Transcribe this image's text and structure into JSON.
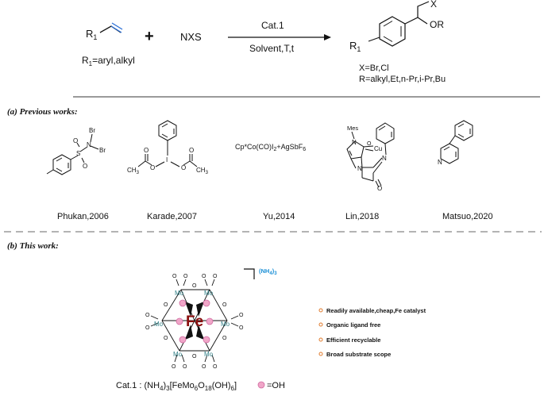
{
  "reaction": {
    "r1": "R",
    "r1_sub": "1",
    "r1_def": "R",
    "r1_def_sub": "1",
    "r1_def_rest": "=aryl,alkyl",
    "plus": "+",
    "reagent": "NXS",
    "catalyst": "Cat.1",
    "conditions": "Solvent,T,t",
    "product_r": "R",
    "product_r_sub": "1",
    "product_x": "X",
    "product_or": "OR",
    "x_def": "X=Br,Cl",
    "r_def": "R=alkyl,Et,n-Pr,i-Pr,Bu"
  },
  "previous": {
    "header": "(a) Previous works:",
    "works": [
      {
        "label": "Phukan,2006"
      },
      {
        "label": "Karade,2007"
      },
      {
        "label": "Yu,2014"
      },
      {
        "label": "Lin,2018"
      },
      {
        "label": "Matsuo,2020"
      }
    ],
    "phukan_atoms": {
      "s": "S",
      "n": "N",
      "br1": "Br",
      "br2": "Br",
      "o1": "O",
      "o2": "O"
    },
    "karade_atoms": {
      "i": "I",
      "o1": "O",
      "o2": "O",
      "o3": "O",
      "o4": "O",
      "ch3a": "CH",
      "ch3a_sub": "3",
      "ch3b": "CH",
      "ch3b_sub": "3"
    },
    "yu_formula": "Cp*Co(CO)I",
    "yu_sub1": "2",
    "yu_mid": "+AgSbF",
    "yu_sub2": "6",
    "lin_atoms": {
      "mes": "Mes",
      "n1": "N",
      "n2": "N",
      "n3": "N",
      "o1": "O",
      "o2": "O",
      "cu": "Cu"
    },
    "matsuo_atoms": {
      "n": "N"
    }
  },
  "this_work": {
    "header": "(b) This work:",
    "counter_ion": "(NH",
    "counter_ion_sub": "4",
    "counter_ion_end": ")",
    "counter_ion_sub2": "3",
    "center": "Fe",
    "mo_label": "Mo",
    "o_label": "O",
    "features": [
      "Readily available,cheap,Fe catalyst",
      "Organic ligand free",
      "Efficient recyclable",
      "Broad substrate scope"
    ],
    "cat_prefix": "Cat.1 : (NH",
    "cat_s1": "4",
    "cat_p2": ")",
    "cat_s2": "3",
    "cat_p3": "[FeMo",
    "cat_s3": "6",
    "cat_p4": "O",
    "cat_s4": "18",
    "cat_p5": "(OH)",
    "cat_s5": "6",
    "cat_p6": "]",
    "legend": "=OH"
  },
  "colors": {
    "divider": "#9a9a9a",
    "mo": "#2f7f86",
    "fe": "#8b0f0f",
    "oh_fill": "#f0a6c8",
    "oh_stroke": "#d06aa0",
    "bullet": "#e07a2c",
    "counter_ion": "#1a8fd6",
    "alkene": "#2a6fd6"
  }
}
